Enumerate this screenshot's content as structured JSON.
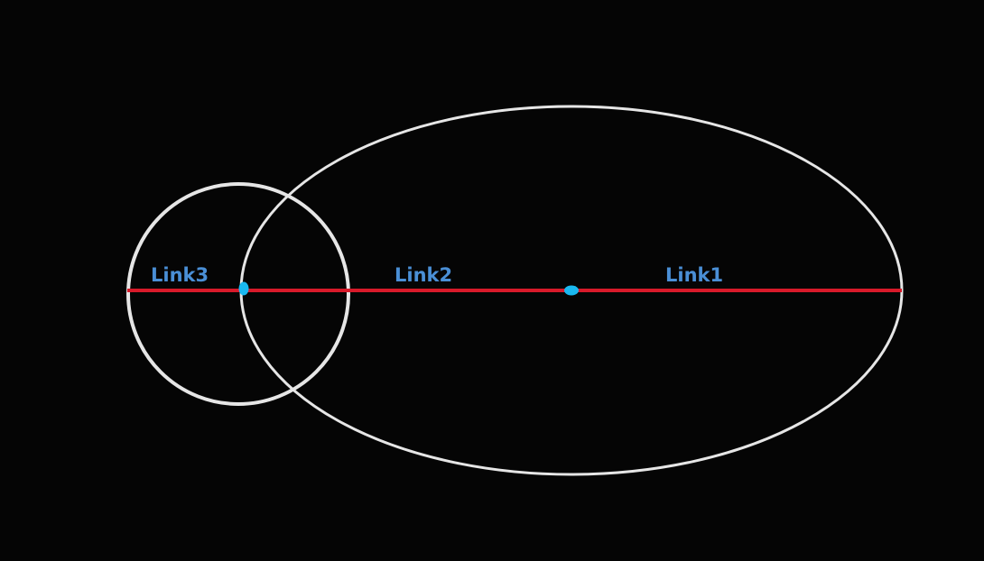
{
  "diagram": {
    "labels": {
      "link1": "Link1",
      "link2": "Link2",
      "link3": "Link3"
    },
    "colors": {
      "background": "#050505",
      "shapes": "#e6e6e6",
      "axis_line": "#d81a2a",
      "joints": "#1ab8f0",
      "labels": "#4a8fd6"
    }
  }
}
